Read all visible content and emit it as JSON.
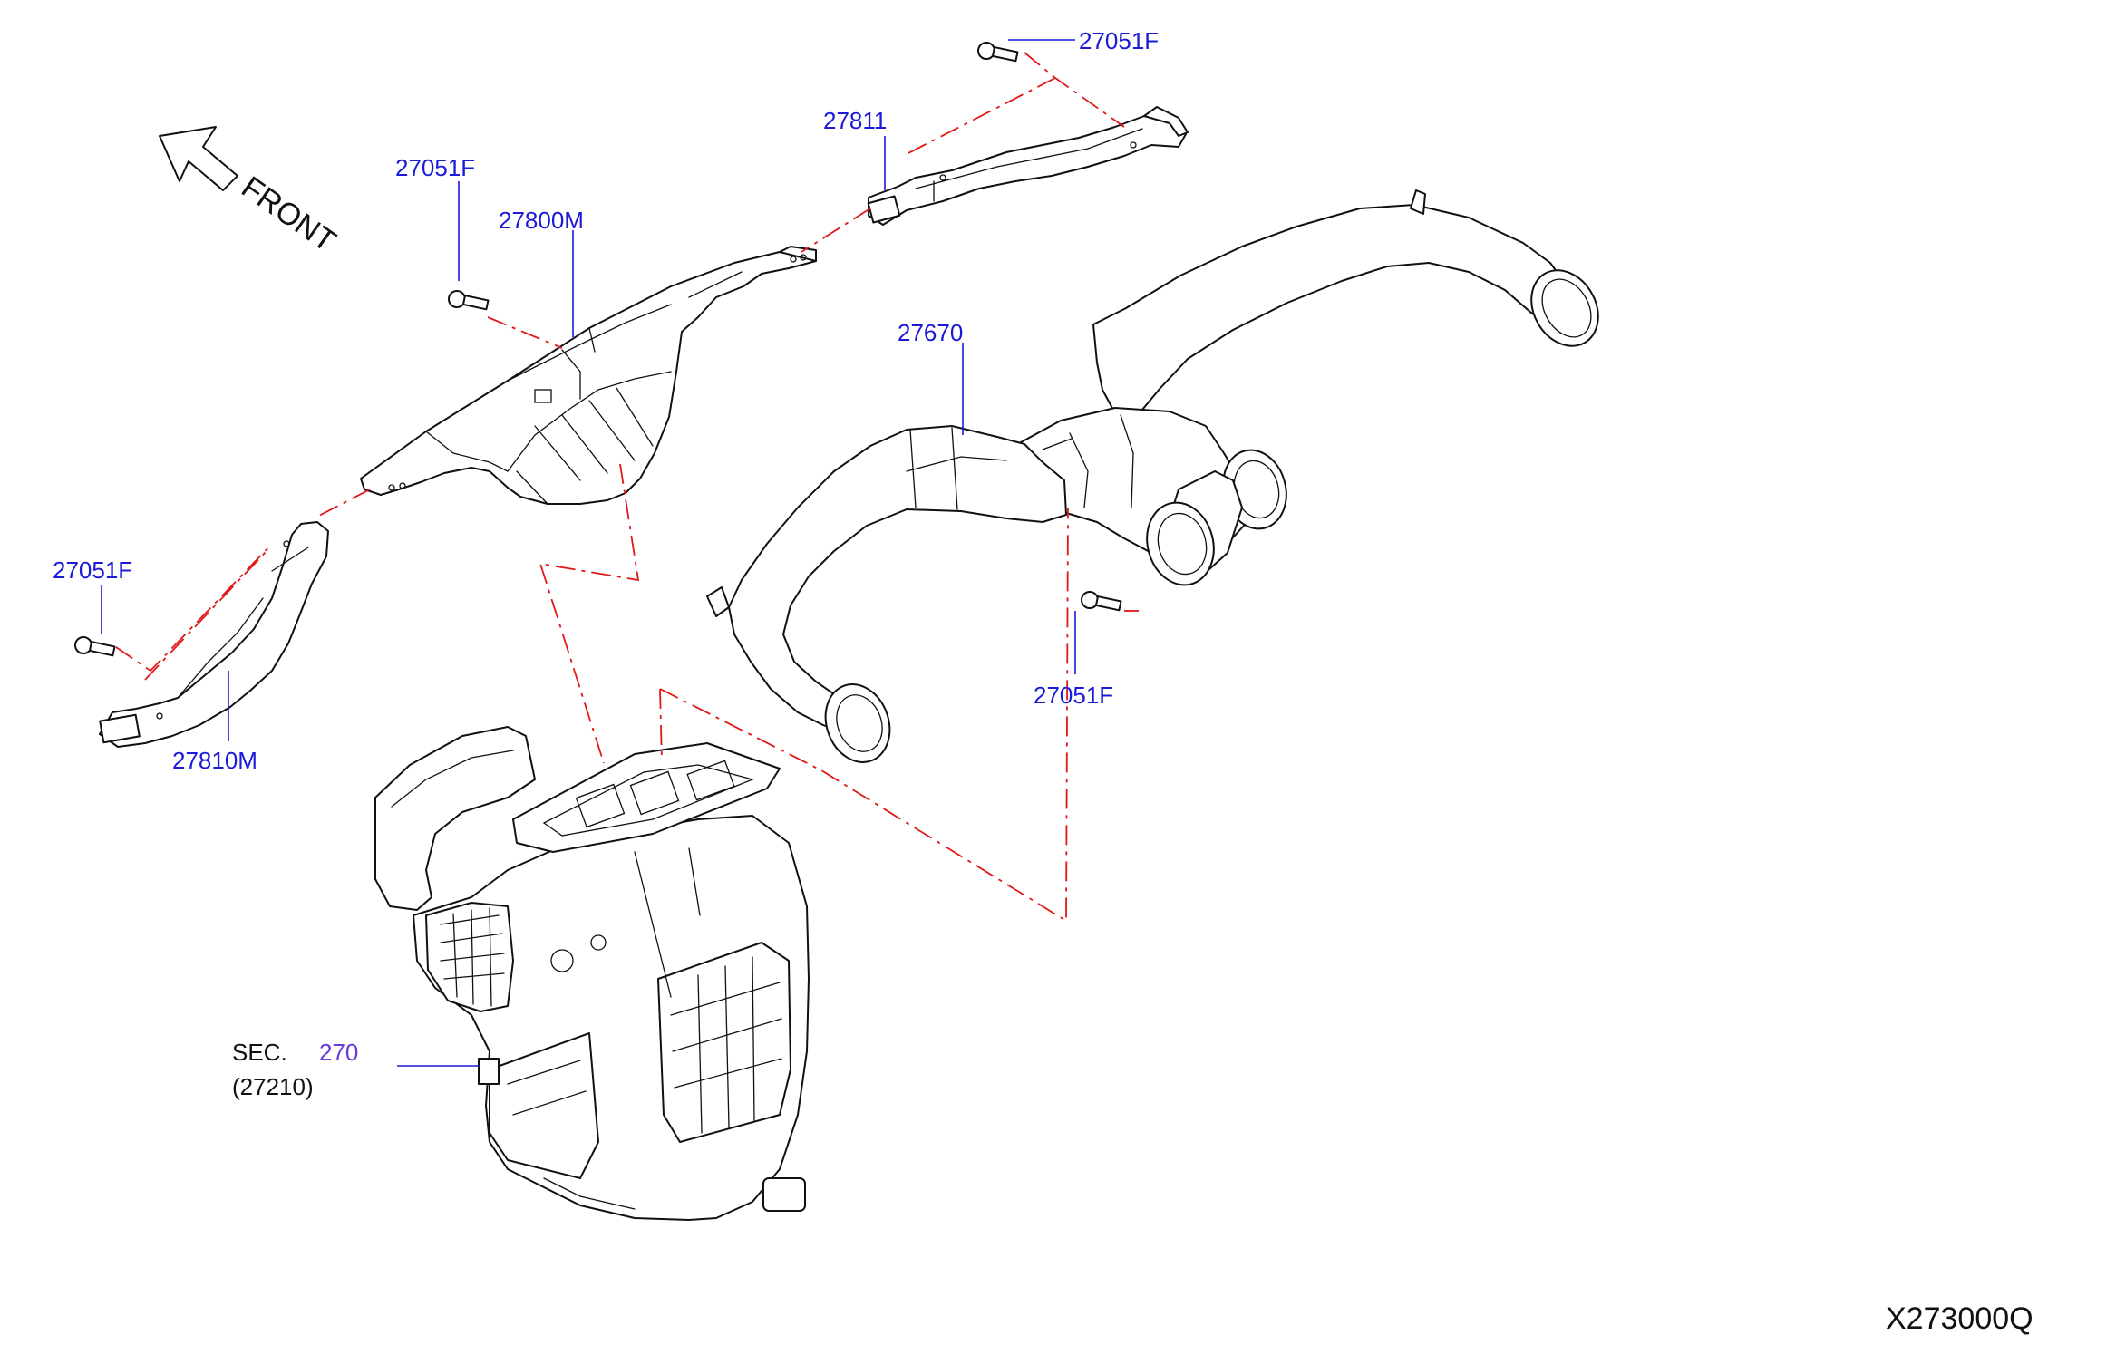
{
  "colors": {
    "callout": "#1a1ad8",
    "section_ref": "#6a3ad8",
    "assembly_line": "#e01818",
    "outline": "#111111"
  },
  "labels": {
    "bolt_top_right": "27051F",
    "duct_right_upper": "27811",
    "bolt_top_left": "27051F",
    "center_duct": "27800M",
    "floor_duct": "27670",
    "bolt_left": "27051F",
    "duct_left_lower": "27810M",
    "bolt_right": "27051F"
  },
  "section_ref": {
    "prefix": "SEC.",
    "number": "270",
    "part": "(27210)"
  },
  "direction_label": "FRONT",
  "diagram_code": "X273000Q"
}
